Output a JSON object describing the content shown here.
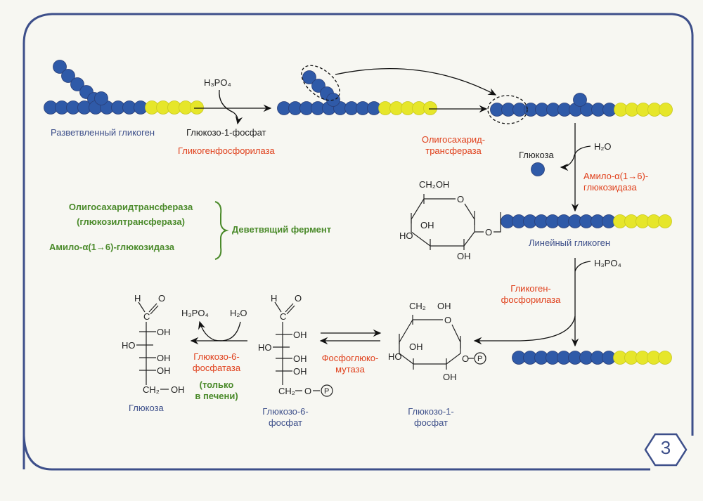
{
  "colors": {
    "glucose_bead": "#2f5aa8",
    "bead_outline": "#2a3f78",
    "reducing_end_bead": "#e6e62a",
    "label_blue": "#3d4f8a",
    "enzyme_red": "#e0401c",
    "debranching_green": "#4a8a2a",
    "frame": "#3d4f8a"
  },
  "page_number": "3",
  "top_row": {
    "branched_glycogen_label": "Разветвленный гликоген",
    "step1_reagent": "H₃PO₄",
    "step1_product": "Глюкозо-1-фосфат",
    "step1_enzyme": "Гликогенфосфорилаза",
    "step2_enzyme_line1": "Олигосахарид-",
    "step2_enzyme_line2": "трансфераза"
  },
  "right_column": {
    "free_glucose_label": "Глюкоза",
    "hydrolysis_reagent": "H₂O",
    "enzyme_line1": "Амило-α(1→6)-",
    "enzyme_line2": "глюкозидаза",
    "linear_glycogen_label": "Линейный гликоген",
    "phosphorolysis_reagent": "H₃PO₄",
    "phosphorylase_line1": "Гликоген-",
    "phosphorylase_line2": "фосфорилаза"
  },
  "debranching_legend": {
    "enzyme1_line1": "Олигосахаридтрансфераза",
    "enzyme1_line2": "(глюкозилтрансфераза)",
    "enzyme2": "Амило-α(1→6)-глюкозидаза",
    "group_label": "Деветвящий фермент"
  },
  "bottom_row": {
    "glucose_label": "Глюкоза",
    "g6p_label_line1": "Глюкозо-6-",
    "g6p_label_line2": "фосфат",
    "g1p_label_line1": "Глюкозо-1-",
    "g1p_label_line2": "фосфат",
    "phosphatase_line1": "Глюкозо-6-",
    "phosphatase_line2": "фосфатаза",
    "phosphatase_note_line1": "(только",
    "phosphatase_note_line2": "в печени)",
    "phosphatase_reagent_in": "H₂O",
    "phosphatase_product_out": "H₃PO₄",
    "mutase_line1": "Фосфоглюко-",
    "mutase_line2": "мутаза"
  },
  "chem_atoms": {
    "H": "H",
    "O": "O",
    "C": "C",
    "OH": "OH",
    "HO": "HO",
    "CH2OH": "CH₂OH",
    "CH2": "CH₂",
    "P": "P"
  }
}
